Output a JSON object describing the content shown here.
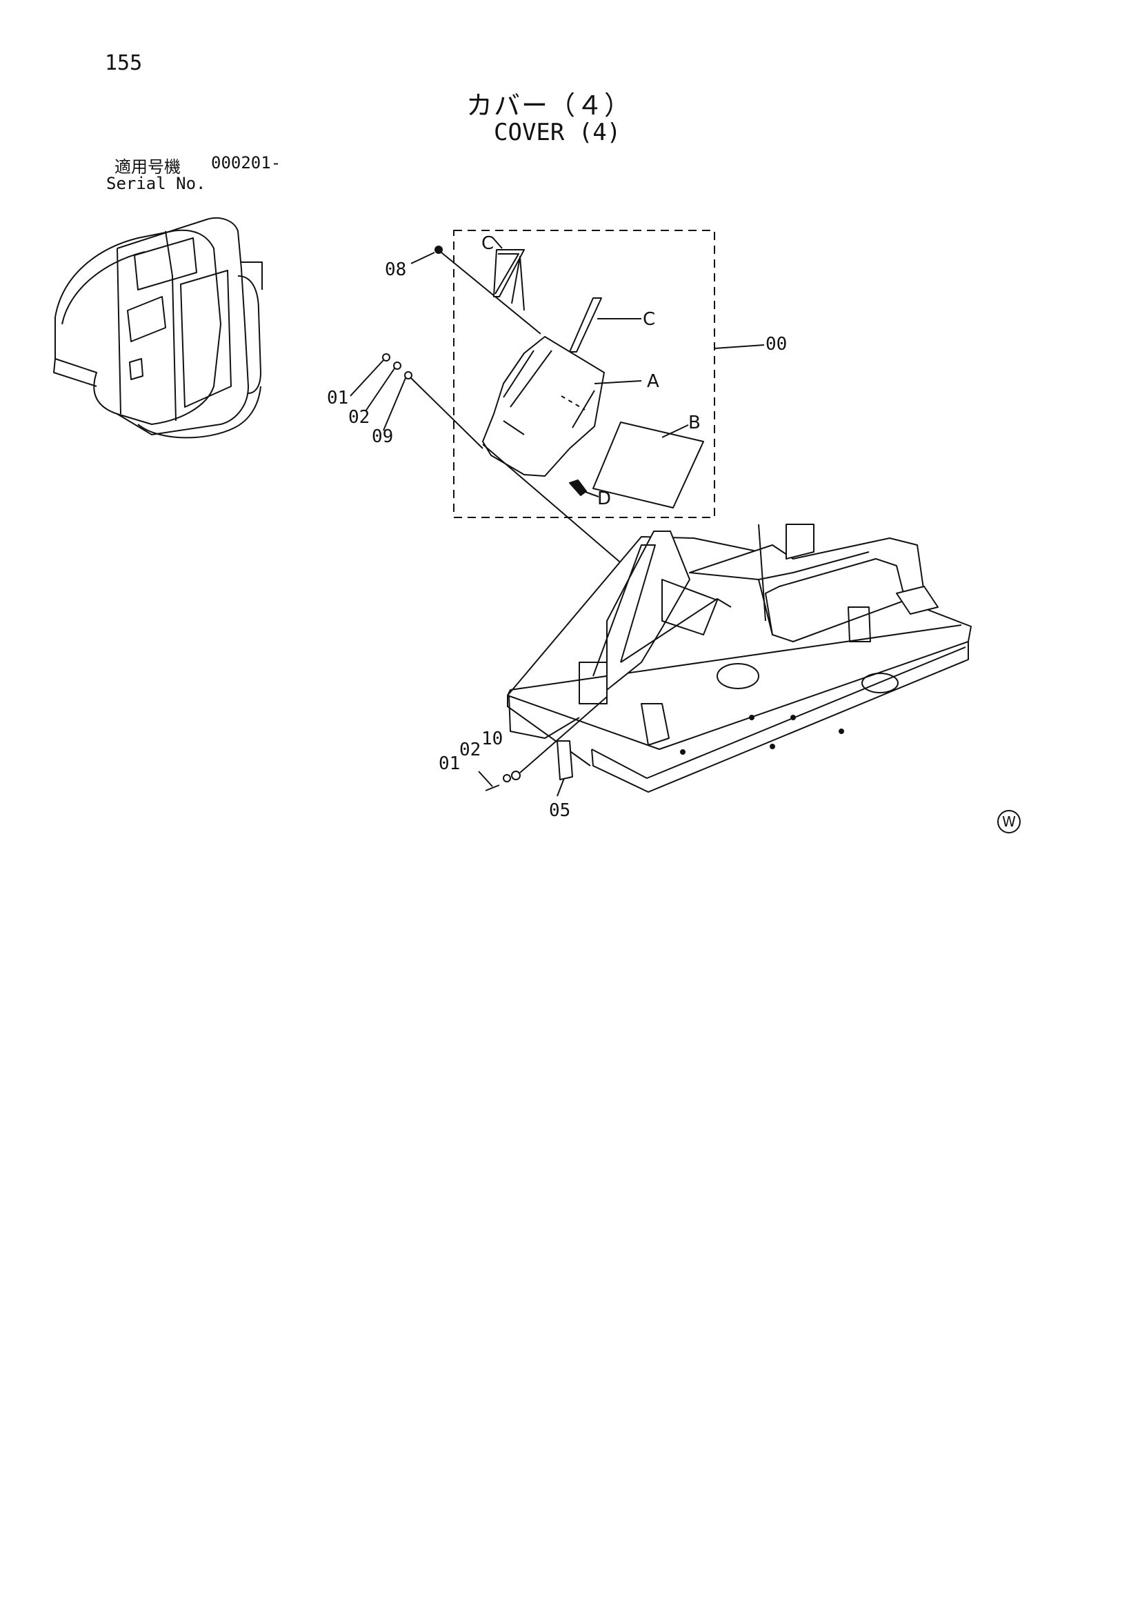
{
  "page": {
    "number": "155"
  },
  "title": {
    "japanese": "カバー（４）",
    "english": "COVER (4)"
  },
  "serial": {
    "label_jp": "適用号機",
    "label_en": "Serial No.",
    "value": "000201-"
  },
  "callouts": {
    "c08": "08",
    "c01a": "01",
    "c02a": "02",
    "c09": "09",
    "c00": "00",
    "c01b": "01",
    "c02b": "02",
    "c10": "10",
    "c05": "05"
  },
  "letters": {
    "a": "A",
    "b": "B",
    "c1": "C",
    "c2": "C",
    "d": "D"
  },
  "mark": "W"
}
